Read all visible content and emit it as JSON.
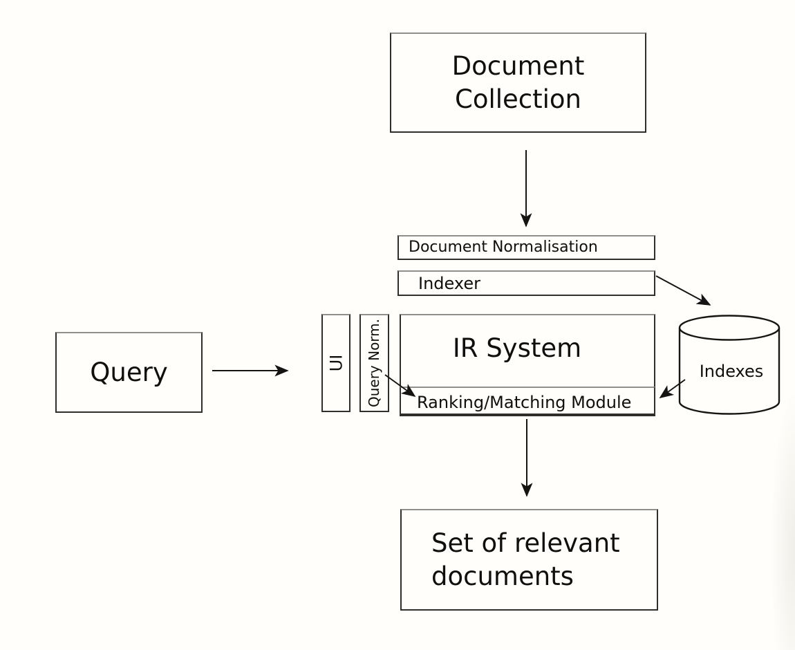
{
  "canvas": {
    "background": "#fffefa",
    "ink": "#161616",
    "box_border": "#2e2e2e",
    "box_border_top": "#8f8f8f"
  },
  "boxes": {
    "document_collection": {
      "lines": [
        "Document",
        "Collection"
      ]
    },
    "document_normalisation": {
      "label": "Document Normalisation"
    },
    "indexer": {
      "label": "Indexer"
    },
    "ui": {
      "label": "UI"
    },
    "query_norm": {
      "label": "Query Norm."
    },
    "ir_system": {
      "label": "IR System"
    },
    "ranking_matching": {
      "label": "Ranking/Matching Module"
    },
    "query": {
      "label": "Query"
    },
    "indexes": {
      "label": "Indexes"
    },
    "relevant_documents": {
      "lines": [
        "Set of relevant",
        "documents"
      ]
    }
  }
}
